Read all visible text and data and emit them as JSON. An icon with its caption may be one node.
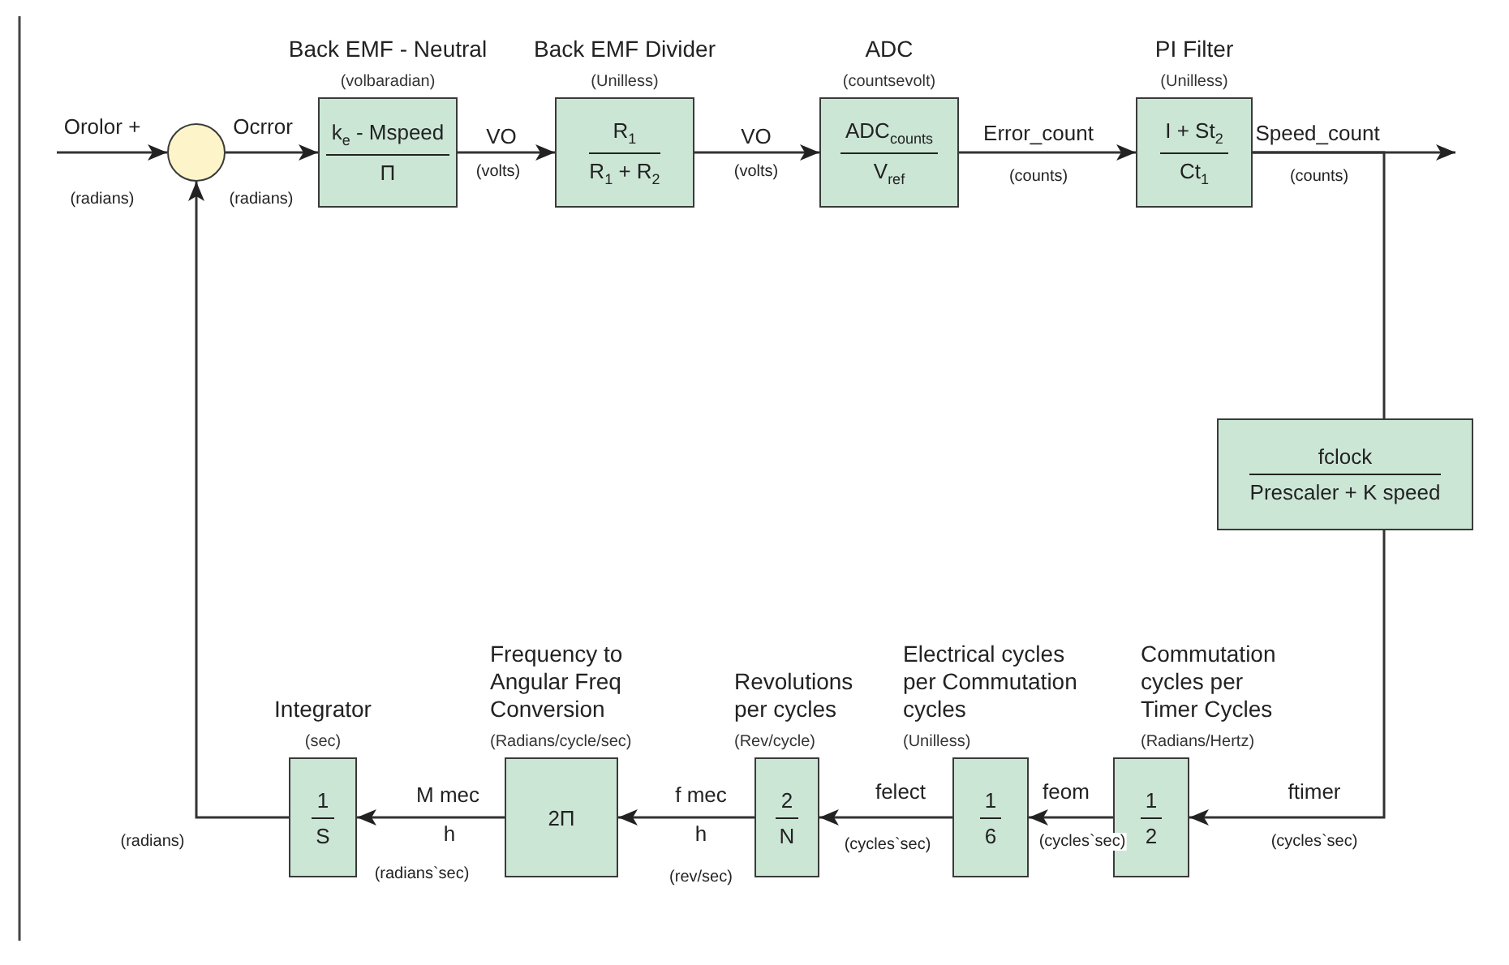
{
  "diagram": {
    "nodes": [
      {
        "text": [],
        "shape": "circle"
      },
      {
        "text": [
          "Back EMF - Neutral",
          "(volbaradian)",
          "k$_{e}$ - Mspeed",
          "Π"
        ]
      },
      {
        "text": [
          "Back EMF Divider",
          "(Unilless)",
          "R$_{1}$",
          "R$_{1}$ + R$_{2}$"
        ]
      },
      {
        "text": [
          "ADC",
          "(countsevolt)",
          "ADC$_{counts}$",
          "V$_{ref}$"
        ]
      },
      {
        "text": [
          "PI Filter",
          "(Unilless)",
          "I + St$_{2}$",
          "Ct$_{1}$"
        ]
      },
      {
        "text": [
          "fclock",
          "Prescaler + K speed"
        ]
      },
      {
        "text": [
          "Commutation cycles per Timer Cycles",
          "(Radians/Hertz)",
          "1",
          "2"
        ]
      },
      {
        "text": [
          "Electrical cycles per Commutation cycles",
          "(Unilless)",
          "1",
          "6"
        ]
      },
      {
        "text": [
          "Revolutions per cycles",
          "(Rev/cycle)",
          "2",
          "N"
        ]
      },
      {
        "text": [
          "Frequency to Angular Freq Conversion",
          "(Radians/cycle/sec)",
          "2Π"
        ]
      },
      {
        "text": [
          "Integrator",
          "(sec)",
          "1",
          "S"
        ]
      }
    ],
    "edges": [
      {
        "from": null,
        "to": 0,
        "arrow": "to",
        "label": "Orolor +"
      },
      {
        "from": 0,
        "to": 1,
        "arrow": "to",
        "label": "Ocrror"
      },
      {
        "from": 1,
        "to": 2,
        "arrow": "to",
        "label": "VO"
      },
      {
        "from": 2,
        "to": 3,
        "arrow": "to",
        "label": "VO"
      },
      {
        "from": 3,
        "to": 4,
        "arrow": "to",
        "label": "Error_count"
      },
      {
        "from": 4,
        "to": null,
        "arrow": "to",
        "label": "Speed_count"
      },
      {
        "from": 4,
        "to": 5,
        "arrow": "none"
      },
      {
        "from": 5,
        "to": 6,
        "arrow": "to",
        "label": "ftimer"
      },
      {
        "from": 6,
        "to": 7,
        "arrow": "to",
        "label": "feom"
      },
      {
        "from": 7,
        "to": 8,
        "arrow": "to",
        "label": "felect"
      },
      {
        "from": 8,
        "to": 9,
        "arrow": "to",
        "label": "f mec"
      },
      {
        "from": 9,
        "to": 10,
        "arrow": "to",
        "label": "M mec"
      },
      {
        "from": 10,
        "to": 0,
        "arrow": "to"
      }
    ],
    "labels": [
      "(radians)",
      "(radians)",
      "(volts)",
      "(volts)",
      "(counts)",
      "(counts)",
      "(radians)",
      "h",
      "(radians`sec)",
      "h",
      "(rev/sec)",
      "(cycles`sec)",
      "(cycles`sec)",
      "(cycles`sec)"
    ]
  }
}
